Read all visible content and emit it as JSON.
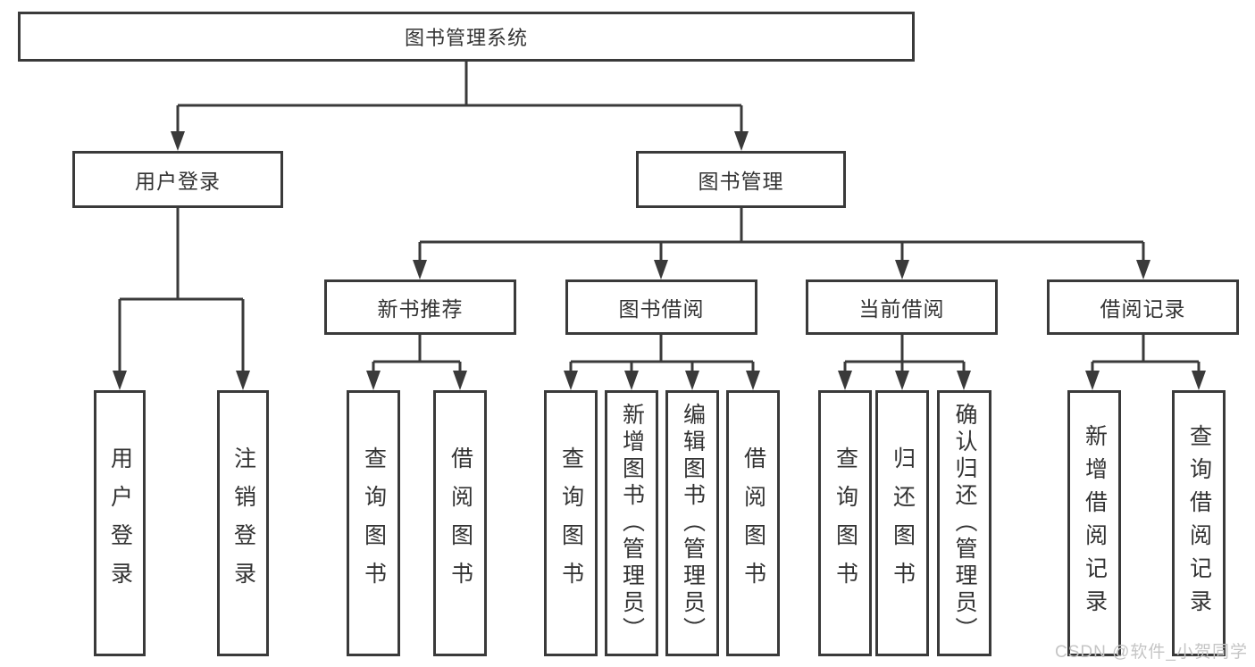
{
  "tree": {
    "root": {
      "label": "图书管理系统",
      "children": [
        {
          "label": "用户登录",
          "children": [
            {
              "label": "用户登录"
            },
            {
              "label": "注销登录"
            }
          ]
        },
        {
          "label": "图书管理",
          "children": [
            {
              "label": "新书推荐",
              "children": [
                {
                  "label": "查询图书"
                },
                {
                  "label": "借阅图书"
                }
              ]
            },
            {
              "label": "图书借阅",
              "children": [
                {
                  "label": "查询图书"
                },
                {
                  "label": "新增图书（管理员）"
                },
                {
                  "label": "编辑图书（管理员）"
                },
                {
                  "label": "借阅图书"
                }
              ]
            },
            {
              "label": "当前借阅",
              "children": [
                {
                  "label": "查询图书"
                },
                {
                  "label": "归还图书"
                },
                {
                  "label": "确认归还（管理员）"
                }
              ]
            },
            {
              "label": "借阅记录",
              "children": [
                {
                  "label": "新增借阅记录"
                },
                {
                  "label": "查询借阅记录"
                }
              ]
            }
          ]
        }
      ]
    }
  },
  "watermark": "CSDN @软件_小贺同学",
  "colors": {
    "line": "#3a3a3a",
    "text": "#333333",
    "watermark": "#c5c5c5",
    "background": "#ffffff"
  }
}
